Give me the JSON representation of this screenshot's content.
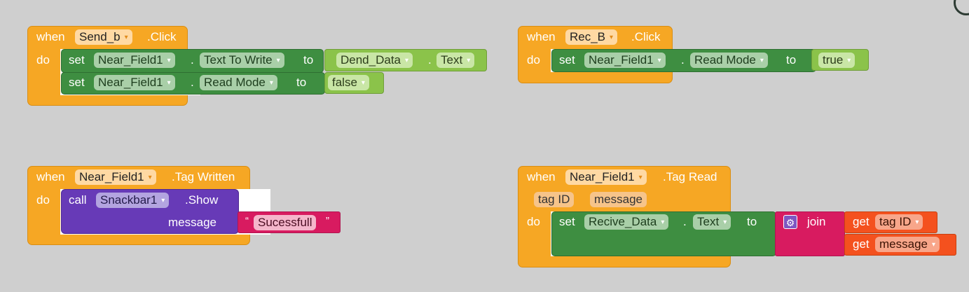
{
  "blocks": {
    "send_click": {
      "when": "when",
      "component": "Send_b",
      "event": ".Click",
      "do": "do",
      "row1": {
        "set": "set",
        "component": "Near_Field1",
        "dot": ".",
        "property": "Text To Write",
        "to": "to",
        "value_component": "Dend_Data",
        "value_dot": ".",
        "value_property": "Text"
      },
      "row2": {
        "set": "set",
        "component": "Near_Field1",
        "dot": ".",
        "property": "Read Mode",
        "to": "to",
        "value": "false"
      }
    },
    "rec_click": {
      "when": "when",
      "component": "Rec_B",
      "event": ".Click",
      "do": "do",
      "row1": {
        "set": "set",
        "component": "Near_Field1",
        "dot": ".",
        "property": "Read Mode",
        "to": "to",
        "value": "true"
      }
    },
    "tag_written": {
      "when": "when",
      "component": "Near_Field1",
      "event": ".Tag Written",
      "do": "do",
      "call": "call",
      "call_component": "Snackbar1",
      "method": ".Show",
      "param_label": "message",
      "open_quote": "“",
      "text_value": "Sucessfull",
      "close_quote": "”"
    },
    "tag_read": {
      "when": "when",
      "component": "Near_Field1",
      "event": ".Tag Read",
      "params": [
        "tag ID",
        "message"
      ],
      "do": "do",
      "set": "set",
      "component2": "Recive_Data",
      "dot": ".",
      "property": "Text",
      "to": "to",
      "join": "join",
      "get1_label": "get",
      "get1_value": "tag ID",
      "get2_label": "get",
      "get2_value": "message"
    }
  },
  "colors": {
    "event": "#F6A724",
    "setter": "#3E8E41",
    "component_value": "#8BC34A",
    "call": "#673AB7",
    "text": "#D81B60",
    "variable": "#F4511E"
  },
  "icons": {
    "dropdown": "▾",
    "mutator": "⚙"
  }
}
